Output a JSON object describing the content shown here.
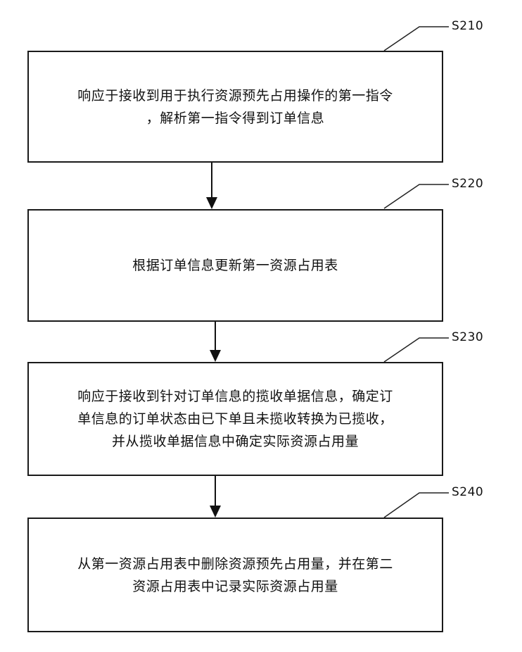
{
  "steps": [
    {
      "id": "S210",
      "text": "响应于接收到用于执行资源预先占用操作的第一指令\n，解析第一指令得到订单信息"
    },
    {
      "id": "S220",
      "text": "根据订单信息更新第一资源占用表"
    },
    {
      "id": "S230",
      "text": "响应于接收到针对订单信息的揽收单据信息，确定订\n单信息的订单状态由已下单且未揽收转换为已揽收，\n并从揽收单据信息中确定实际资源占用量"
    },
    {
      "id": "S240",
      "text": "从第一资源占用表中删除资源预先占用量，并在第二\n资源占用表中记录实际资源占用量"
    }
  ]
}
